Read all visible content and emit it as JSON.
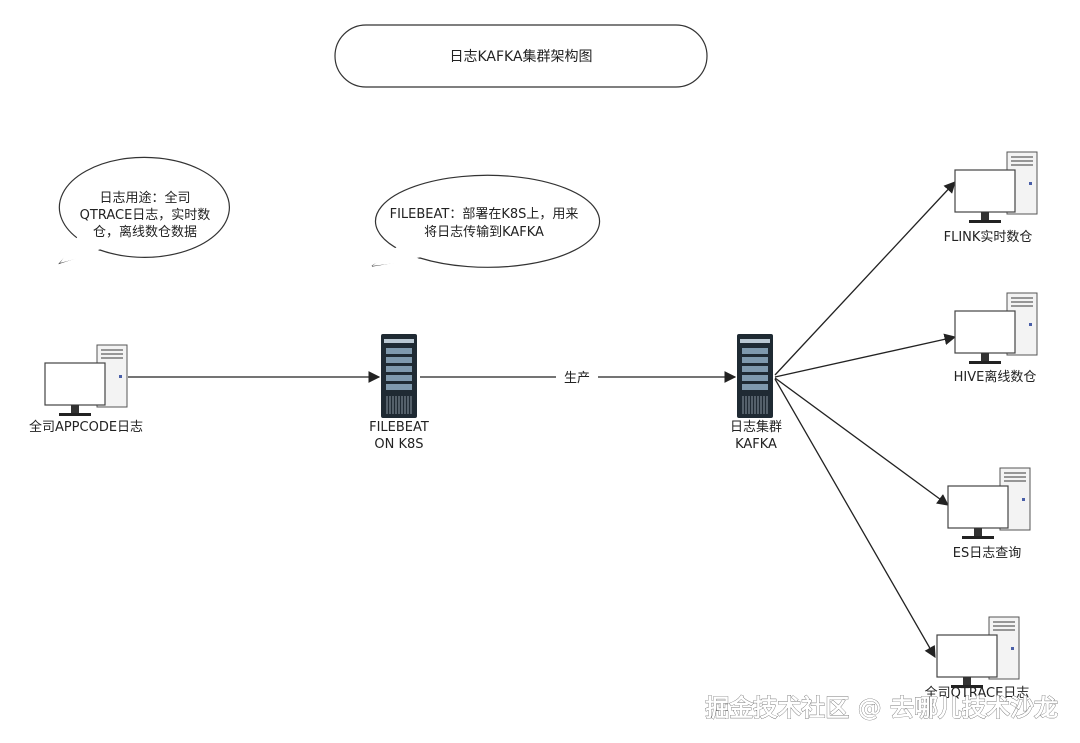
{
  "title": "日志KAFKA集群架构图",
  "callouts": {
    "usage": [
      "日志用途：全司",
      "QTRACE日志，实时数",
      "仓，离线数仓数据"
    ],
    "filebeat": [
      "FILEBEAT：部署在K8S上，用来",
      "将日志传输到KAFKA"
    ]
  },
  "nodes": {
    "source": {
      "label": "全司APPCODE日志",
      "icon": "desktop-computer-icon"
    },
    "filebeat": {
      "label_lines": [
        "FILEBEAT",
        "ON K8S"
      ],
      "icon": "server-rack-icon"
    },
    "kafka": {
      "label_lines": [
        "日志集群",
        "KAFKA"
      ],
      "icon": "server-rack-icon"
    },
    "flink": {
      "label": "FLINK实时数仓",
      "icon": "desktop-computer-icon"
    },
    "hive": {
      "label": "HIVE离线数仓",
      "icon": "desktop-computer-icon"
    },
    "es": {
      "label": "ES日志查询",
      "icon": "desktop-computer-icon"
    },
    "qtrace": {
      "label": "全司QTRACE日志",
      "icon": "desktop-computer-icon"
    }
  },
  "edges": {
    "filebeat_to_kafka_label": "生产"
  },
  "watermark": "掘金技术社区 @ 去哪儿技术沙龙"
}
